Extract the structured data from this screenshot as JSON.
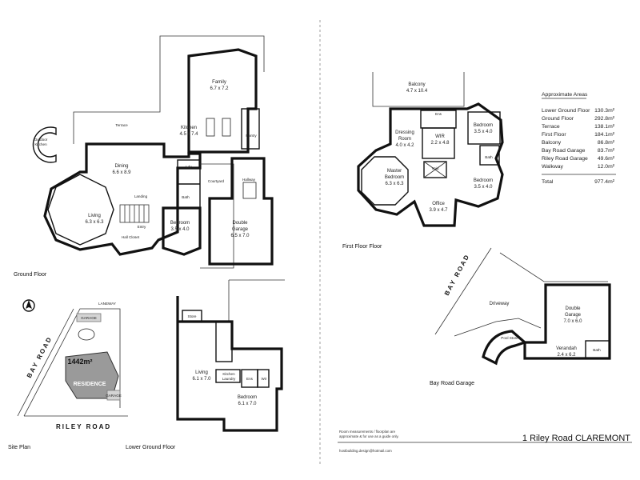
{
  "captions": {
    "ground_floor": "Ground Floor",
    "first_floor": "First Floor Floor",
    "bay_road_garage": "Bay Road Garage",
    "site_plan": "Site Plan",
    "lower_ground_floor": "Lower Ground Floor"
  },
  "ground_floor": {
    "outdoor_kitchen": [
      "Outdoor",
      "Kitchen"
    ],
    "terrace": "Terrace",
    "family": [
      "Family",
      "6.7 x 7.2"
    ],
    "kitchen": [
      "Kitchen",
      "4.5 x 7.4"
    ],
    "pantry": "Pantry",
    "dining": [
      "Dining",
      "6.6 x 8.9"
    ],
    "landing": "Landing",
    "living": [
      "Living",
      "6.3 x 6.3"
    ],
    "entry": "Entry",
    "hall_closet": "Hall Closet",
    "ldy": "Ldy",
    "bath": "Bath",
    "bedroom": [
      "Bedroom",
      "3.5 x 4.0"
    ],
    "courtyard": "Courtyard",
    "hallway": "Hallway",
    "garage": [
      "Double",
      "Garage",
      "6.5 x 7.0"
    ]
  },
  "first_floor": {
    "balcony": [
      "Balcony",
      "4.7 x 10.4"
    ],
    "ens": "Ens",
    "dressing": [
      "Dressing",
      "Room",
      "4.0 x 4.2"
    ],
    "wir": [
      "WIR",
      "2.2 x 4.8"
    ],
    "bedroom_a": [
      "Bedroom",
      "3.5 x 4.0"
    ],
    "bath": "Bath",
    "master": [
      "Master",
      "Bedroom",
      "6.3 x 6.3"
    ],
    "void": "Void",
    "bedroom_b": [
      "Bedroom",
      "3.5 x 4.0"
    ],
    "office": [
      "Office",
      "3.9 x 4.7"
    ]
  },
  "areas": {
    "heading": "Approximate Areas",
    "rows": [
      {
        "label": "Lower Ground Floor",
        "value": "130.3m²"
      },
      {
        "label": "Ground Floor",
        "value": "292.8m²"
      },
      {
        "label": "Terrace",
        "value": "138.1m²"
      },
      {
        "label": "First Floor",
        "value": "184.1m²"
      },
      {
        "label": "Balcony",
        "value": "86.8m²"
      },
      {
        "label": "Bay Road Garage",
        "value": "83.7m²"
      },
      {
        "label": "Riley Road Garage",
        "value": "49.6m²"
      },
      {
        "label": "Walkway",
        "value": "12.0m²"
      }
    ],
    "total_label": "Total",
    "total_value": "977.4m²"
  },
  "garage_plan": {
    "road": "BAY ROAD",
    "driveway": "Driveway",
    "double_garage": [
      "Double",
      "Garage",
      "7.0 x 6.0"
    ],
    "pool_store": "Pool Store",
    "verandah": [
      "Verandah",
      "2.4 x 6.2"
    ],
    "bath": "Bath"
  },
  "site_plan": {
    "laneway": "LANEWAY",
    "bay_road": "BAY ROAD",
    "riley_road": "RILEY ROAD",
    "land_area": "1442m²",
    "residence": "RESIDENCE",
    "garage_top": "GARAGE",
    "garage_bottom": "GARAGE"
  },
  "lower_ground": {
    "store": "Store",
    "living": [
      "Living",
      "6.1 x 7.0"
    ],
    "kitchen": [
      "Kitchen",
      "Laundry"
    ],
    "ens": "Ens",
    "wir": "Wir",
    "bedroom": [
      "Bedroom",
      "6.1 x 7.0"
    ]
  },
  "footer": {
    "note": [
      "Room measurements / floorplan are",
      "approximate & for use as a guide only."
    ],
    "email": "hostbuilding.design@hotmail.com",
    "address": "1 Riley Road CLAREMONT"
  }
}
